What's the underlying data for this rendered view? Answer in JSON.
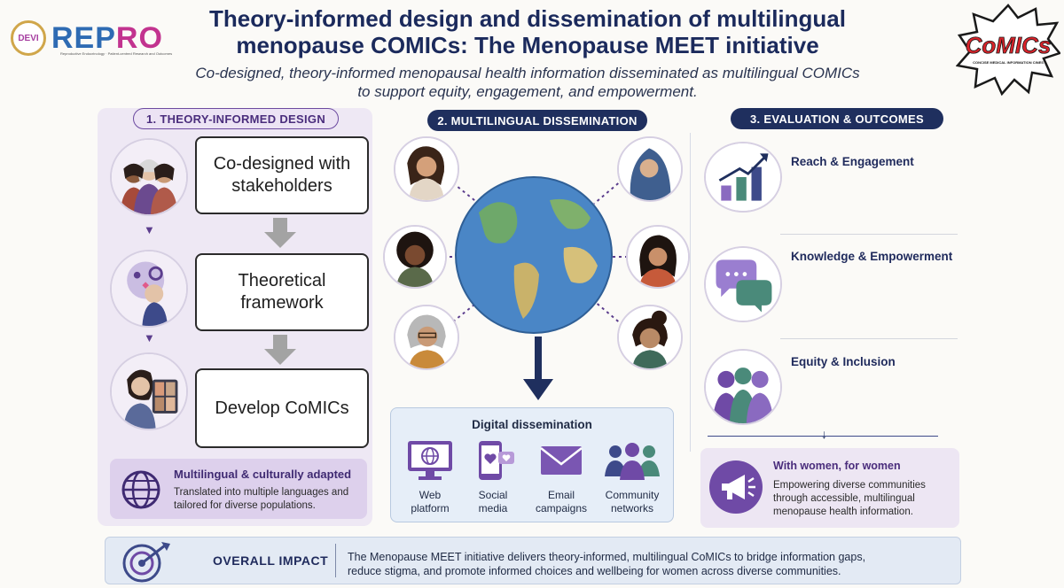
{
  "header": {
    "title_line1": "Theory-informed design and dissemination of multilingual",
    "title_line2": "menopause COMICs: The Menopause MEET initiative",
    "subtitle_line1": "Co-designed, theory-informed menopausal health information disseminated as multilingual COMICs",
    "subtitle_line2": "to support equity, engagement, and empowerment.",
    "logo_left_badge": "DEVI",
    "logo_left_text_a": "REP",
    "logo_left_text_b": "RO",
    "logo_left_sub": "Reproductive Endocrinology · Patient-centred Research and Outcomes",
    "logo_right_text": "CoMICs",
    "logo_right_sub": "CONCISE MEDICAL INFORMATION CINES"
  },
  "section1": {
    "heading": "1. THEORY-INFORMED DESIGN",
    "steps": [
      "Co-designed with stakeholders",
      "Theoretical framework",
      "Develop CoMICs"
    ],
    "callout_title": "Multilingual & culturally adapted",
    "callout_text": "Translated into multiple languages and tailored for diverse populations."
  },
  "section2": {
    "heading": "2. MULTILINGUAL DISSEMINATION",
    "box_title": "Digital dissemination",
    "channels": [
      {
        "line1": "Web",
        "line2": "platform",
        "icon": "monitor-globe-icon"
      },
      {
        "line1": "Social",
        "line2": "media",
        "icon": "phone-heart-icon"
      },
      {
        "line1": "Email",
        "line2": "campaigns",
        "icon": "envelope-icon"
      },
      {
        "line1": "Community",
        "line2": "networks",
        "icon": "people-group-icon"
      }
    ]
  },
  "section3": {
    "heading": "3. EVALUATION & OUTCOMES",
    "outcomes": [
      "Reach & Engagement",
      "Knowledge & Empowerment",
      "Equity & Inclusion"
    ],
    "callout_title": "With women, for women",
    "callout_text": "Empowering diverse communities through accessible, multilingual menopause health information."
  },
  "impact": {
    "label": "OVERALL IMPACT",
    "text_line1": "The Menopause MEET initiative delivers theory-informed, multilingual CoMICs to bridge information gaps,",
    "text_line2": "reduce stigma, and promote informed choices and wellbeing for women across diverse communities."
  },
  "colors": {
    "navy": "#1f2f5e",
    "purple": "#4a2d7c",
    "lavender": "#eee8f4",
    "light_blue": "#e6eef8",
    "comics_red": "#d8232a"
  }
}
